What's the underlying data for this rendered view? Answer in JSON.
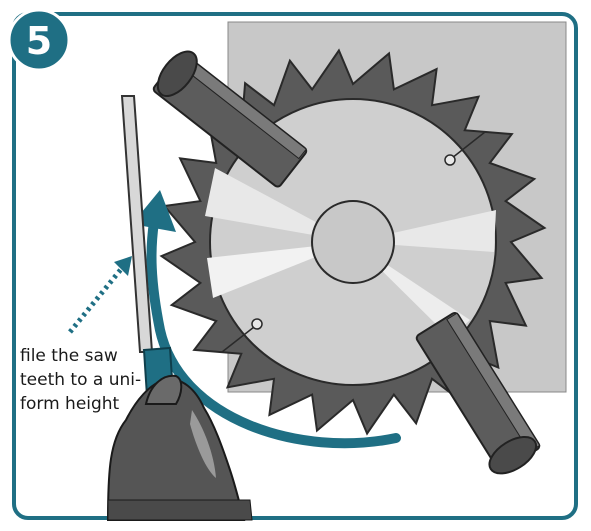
{
  "step": {
    "number": "5"
  },
  "caption": {
    "lines": [
      "file the saw",
      "teeth to a uni-",
      "form height"
    ]
  },
  "colors": {
    "frame": "#1f6f84",
    "badge": "#1f6f84",
    "arrow": "#1f6f84",
    "backdrop": "#c8c8c8",
    "blade": "#5a5a5a",
    "blade_face": "#cfcfcf",
    "clamp": "#5c5c5c",
    "glove": "#555555"
  },
  "icons": [
    "saw-blade-icon",
    "file-tool-icon",
    "gloved-hand-icon",
    "clamp-icon",
    "curved-arrow-icon",
    "dotted-arrow-icon"
  ]
}
